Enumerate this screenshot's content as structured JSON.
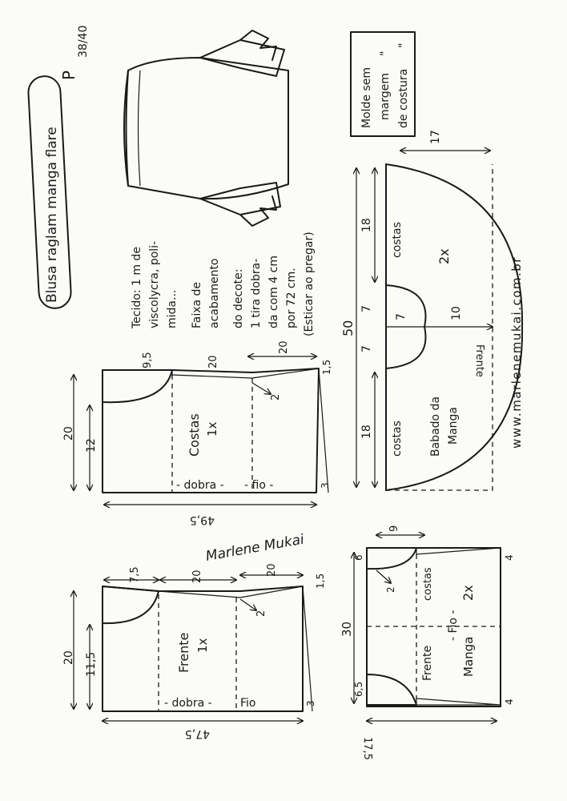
{
  "title": {
    "name": "Blusa raglam manga flare",
    "size": "P",
    "size_range": "38/40"
  },
  "note_box": {
    "line1": "Molde sem",
    "line2": "margem",
    "line3": "de costura",
    "quote1": "\"",
    "quote2": "\""
  },
  "materials": {
    "l1": "Tecido: 1 m de",
    "l2": "viscolycra, poli-",
    "l3": "mida...",
    "l4": "Faixa de",
    "l5": "acabamento",
    "l6": "do decote:",
    "l7": "1 tira dobra-",
    "l8": "da com 4 cm",
    "l9": "por 72 cm.",
    "l10": "(Esticar ao pregar)"
  },
  "website": "www.marlenemukai.com.br",
  "signature": "Marlene Mukai",
  "ruffle": {
    "label": "Babado da",
    "label2": "Manga",
    "qty": "2x",
    "costas_top": "costas",
    "costas_bottom": "costas",
    "frente": "Frente",
    "dim_top": "17",
    "dim_18a": "18",
    "dim_18b": "18",
    "dim_7a": "7",
    "dim_7b": "7",
    "dim_7c": "7",
    "dim_10": "10",
    "dim_50": "50"
  },
  "back": {
    "label": "Costas",
    "qty": "1x",
    "fold": "- dobra -",
    "grain": "- fio -",
    "dim_95": "9,5",
    "dim_20a": "20",
    "dim_20b": "20",
    "dim_15": "1,5",
    "dim_2": "2",
    "dim_20v": "20",
    "dim_12": "12",
    "dim_3": "3",
    "dim_495": "49,5"
  },
  "front": {
    "label": "Frente",
    "qty": "1x",
    "fold": "- dobra -",
    "grain": "Fio",
    "dim_75": "7,5",
    "dim_20a": "20",
    "dim_20b": "20",
    "dim_15": "1,5",
    "dim_2": "2",
    "dim_20v": "20",
    "dim_115": "11,5",
    "dim_3": "3",
    "dim_475": "47,5"
  },
  "sleeve": {
    "label": "Manga",
    "qty": "2x",
    "costas": "costas",
    "frente": "Frente",
    "grain": "- Fio -",
    "dim_9": "9",
    "dim_6": "6",
    "dim_2": "2",
    "dim_4a": "4",
    "dim_4b": "4",
    "dim_30": "30",
    "dim_65": "6,5",
    "dim_175": "17,5"
  }
}
